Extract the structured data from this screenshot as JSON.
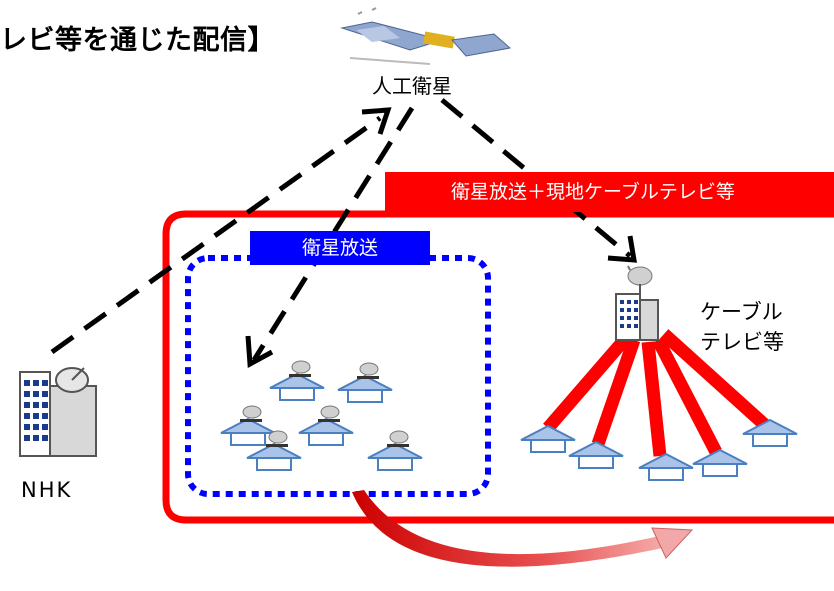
{
  "title": "レビ等を通じた配信】",
  "satellite_label": "人工衛星",
  "nhk_label": "NHK",
  "banner_satellite_plus_cable": "衛星放送＋現地ケーブルテレビ等",
  "banner_satellite": "衛星放送",
  "cable_label_line1": "ケーブル",
  "cable_label_line2": "テレビ等",
  "colors": {
    "red": "#ff0000",
    "blue": "#0000ff",
    "house_fill": "#a9c4e8",
    "house_stroke": "#4a7fc1"
  }
}
